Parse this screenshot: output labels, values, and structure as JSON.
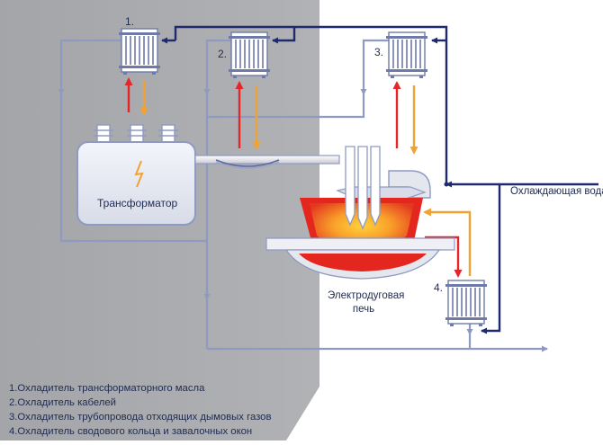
{
  "diagram": {
    "labels": {
      "transformer": "Трансформатор",
      "cooling_water": "Охлаждающая вода",
      "furnace_line1": "Электродуговая",
      "furnace_line2": "печь"
    },
    "coolers": [
      {
        "id": "1",
        "label": "1."
      },
      {
        "id": "2",
        "label": "2."
      },
      {
        "id": "3",
        "label": "3."
      },
      {
        "id": "4",
        "label": "4."
      }
    ],
    "legend": [
      "1.Охладитель трансформаторного масла",
      "2.Охладитель кабелей",
      "3.Охладитель трубопровода отходящих дымовых газов",
      "4.Охладитель сводового кольца и завалочных окон"
    ],
    "colors": {
      "panel_gray": "#a9aaad",
      "pipe_light": "#8f9ac2",
      "pipe_dark": "#1f2a6e",
      "hot_arrow": "#e4262a",
      "warm_arrow": "#f0a234",
      "text": "#1e2b52"
    },
    "icons": {
      "transformer_symbol": "lightning-bolt-icon",
      "cooler": "plate-heat-exchanger-icon"
    }
  }
}
